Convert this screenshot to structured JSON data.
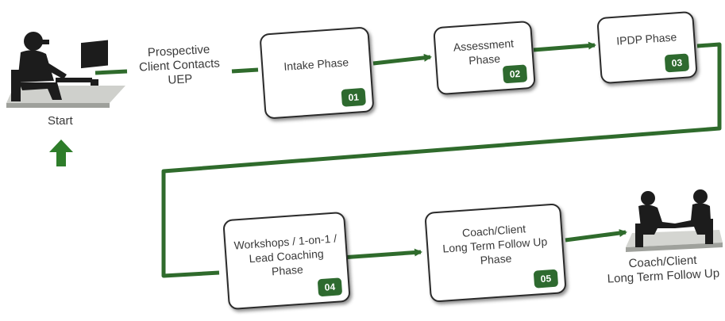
{
  "colors": {
    "accent": "#2f6b2c",
    "badge": "#2e6a2f",
    "text": "#3a3a3a"
  },
  "start": {
    "caption": "Start",
    "icon": "person-at-computer-icon",
    "arrow_icon": "arrow-up-icon"
  },
  "prospect_label": {
    "line1": "Prospective",
    "line2": "Client Contacts",
    "line3": "UEP"
  },
  "phases": [
    {
      "lines": [
        "Intake Phase"
      ],
      "number": "01"
    },
    {
      "lines": [
        "Assessment",
        "Phase"
      ],
      "number": "02"
    },
    {
      "lines": [
        "IPDP Phase"
      ],
      "number": "03"
    },
    {
      "lines": [
        "Workshops / 1-on-1 /",
        "Lead Coaching",
        "Phase"
      ],
      "number": "04"
    },
    {
      "lines": [
        "Coach/Client",
        "Long Term Follow Up",
        "Phase"
      ],
      "number": "05"
    }
  ],
  "end": {
    "line1": "Coach/Client",
    "line2": "Long Term Follow Up",
    "icon": "handshake-icon"
  }
}
